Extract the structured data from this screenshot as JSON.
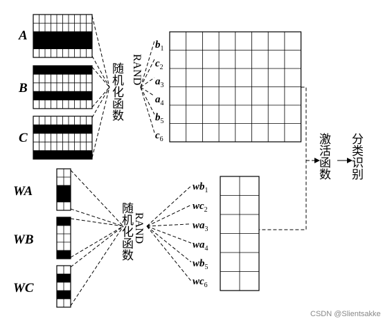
{
  "top_inputs": [
    {
      "label": "A",
      "black_rows": [
        2,
        3
      ]
    },
    {
      "label": "B",
      "black_rows": [
        0,
        3
      ]
    },
    {
      "label": "C",
      "black_rows": [
        1,
        4
      ]
    }
  ],
  "bottom_inputs": [
    {
      "label": "WA",
      "black_rows": [
        2,
        3
      ]
    },
    {
      "label": "WB",
      "black_rows": [
        0,
        4
      ]
    },
    {
      "label": "WC",
      "black_rows": [
        1,
        3
      ]
    }
  ],
  "randomize_function": {
    "label": "随机化函数",
    "rand_text": "RAND"
  },
  "top_outputs": [
    {
      "base": "b",
      "sub": "1"
    },
    {
      "base": "c",
      "sub": "2"
    },
    {
      "base": "a",
      "sub": "3"
    },
    {
      "base": "a",
      "sub": "4"
    },
    {
      "base": "b",
      "sub": "5"
    },
    {
      "base": "c",
      "sub": "6"
    }
  ],
  "bottom_outputs": [
    {
      "base": "wb",
      "sub": "1"
    },
    {
      "base": "wc",
      "sub": "2"
    },
    {
      "base": "wa",
      "sub": "3"
    },
    {
      "base": "wa",
      "sub": "4"
    },
    {
      "base": "wb",
      "sub": "5"
    },
    {
      "base": "wc",
      "sub": "6"
    }
  ],
  "activation": {
    "label": "激活函数"
  },
  "classification": {
    "label": "分类识别"
  },
  "watermark": "CSDN @Slientsakke"
}
